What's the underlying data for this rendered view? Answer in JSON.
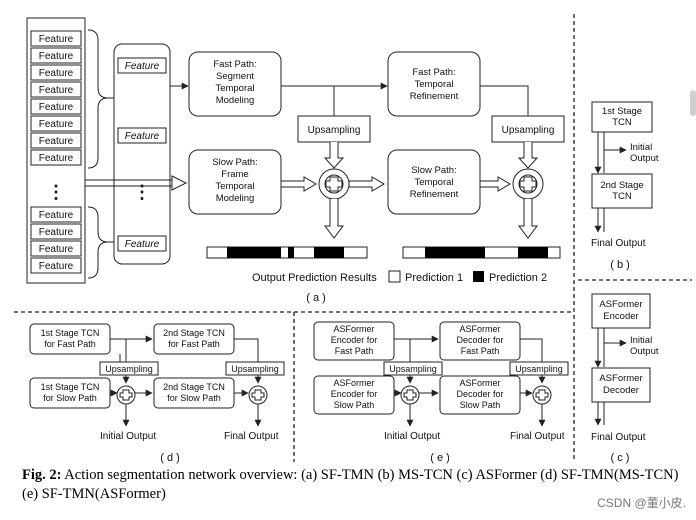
{
  "panel_a": {
    "feature_label": "Feature",
    "ellipsis": "⋮",
    "fast_segment": [
      "Fast Path:",
      "Segment",
      "Temporal",
      "Modeling"
    ],
    "slow_frame": [
      "Slow Path:",
      "Frame",
      "Temporal",
      "Modeling"
    ],
    "fast_refine": [
      "Fast Path:",
      "Temporal",
      "Refinement"
    ],
    "slow_refine": [
      "Slow Path:",
      "Temporal",
      "Refinement"
    ],
    "upsampling": "Upsampling",
    "output_label": "Output  Prediction Results",
    "legend_1": "Prediction 1",
    "legend_2": "Prediction 2",
    "sub_label": "( a )"
  },
  "panel_b": {
    "stage1": [
      "1st Stage",
      "TCN"
    ],
    "stage2": [
      "2nd Stage",
      "TCN"
    ],
    "initial_output": [
      "Initial",
      "Output"
    ],
    "final_output": "Final Output",
    "sub_label": "( b )"
  },
  "panel_c": {
    "encoder": [
      "ASFormer",
      "Encoder"
    ],
    "decoder": [
      "ASFormer",
      "Decoder"
    ],
    "initial_output": [
      "Initial",
      "Output"
    ],
    "final_output": "Final Output",
    "sub_label": "( c )"
  },
  "panel_d": {
    "tl": [
      "1st Stage TCN",
      "for Fast Path"
    ],
    "tr": [
      "2nd Stage TCN",
      "for Fast Path"
    ],
    "bl": [
      "1st Stage TCN",
      "for Slow Path"
    ],
    "br": [
      "2nd Stage TCN",
      "for Slow Path"
    ],
    "upsampling": "Upsampling",
    "initial_output": "Initial  Output",
    "final_output": "Final Output",
    "sub_label": "( d )"
  },
  "panel_e": {
    "tl": [
      "ASFormer",
      "Encoder for",
      "Fast Path"
    ],
    "tr": [
      "ASFormer",
      "Decoder for",
      "Fast Path"
    ],
    "bl": [
      "ASFormer",
      "Encoder for",
      "Slow Path"
    ],
    "br": [
      "ASFormer",
      "Decoder for",
      "Slow Path"
    ],
    "upsampling": "Upsampling",
    "initial_output": "Initial  Output",
    "final_output": "Final Output",
    "sub_label": "( e )"
  },
  "caption": {
    "label": "Fig. 2:",
    "text": " Action segmentation network overview: (a) SF-TMN (b) MS-TCN (c) ASFormer (d) SF-TMN(MS-TCN) (e) SF-TMN(ASFormer)"
  },
  "watermark": "CSDN @董小皮.",
  "colors": {
    "stroke": "#222222",
    "fill_black": "#000000",
    "fill_white": "#ffffff"
  }
}
